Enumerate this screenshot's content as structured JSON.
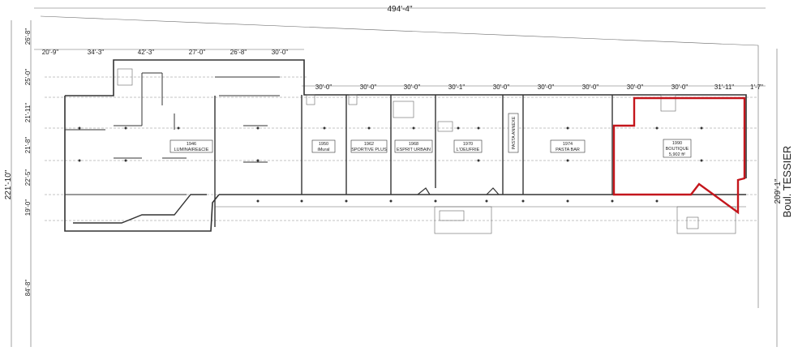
{
  "overall_width": "494'-4\"",
  "top_dimensions": [
    "20'-9\"",
    "34'-3\"",
    "42'-3\"",
    "27'-0\"",
    "26'-8\"",
    "30'-0\""
  ],
  "second_row_dimensions": [
    "30'-0\"",
    "30'-0\"",
    "30'-0\"",
    "30'-1\"",
    "30'-0\"",
    "30'-0\"",
    "30'-0\"",
    "30'-0\"",
    "30'-0\"",
    "31'-11\"",
    "1'-7\""
  ],
  "left_dimensions": [
    "26'-8\"",
    "25'-0\"",
    "21'-11\"",
    "21'-8\"",
    "22'-5\"",
    "19'-0\"",
    "84'-8\""
  ],
  "overall_height": "221'-10\"",
  "right_height": "209'-1\"",
  "street_name": "Boul. TESSIER",
  "units": [
    {
      "number": "1946",
      "name": "LUMINAIRE&CIE"
    },
    {
      "number": "1950",
      "name": "iMural"
    },
    {
      "number": "1962",
      "name": "SPORTIVE PLUS"
    },
    {
      "number": "1968",
      "name": "ESPRIT URBAIN"
    },
    {
      "number": "1970",
      "name": "L'OEUFRIE"
    },
    {
      "number": "",
      "name": "PASTA ANNEXE"
    },
    {
      "number": "1974",
      "name": "PASTA BAR"
    },
    {
      "number": "1990",
      "name": "BOUTIQUE",
      "area": "5,902 ft²"
    }
  ],
  "highlight_color": "#c4161c"
}
